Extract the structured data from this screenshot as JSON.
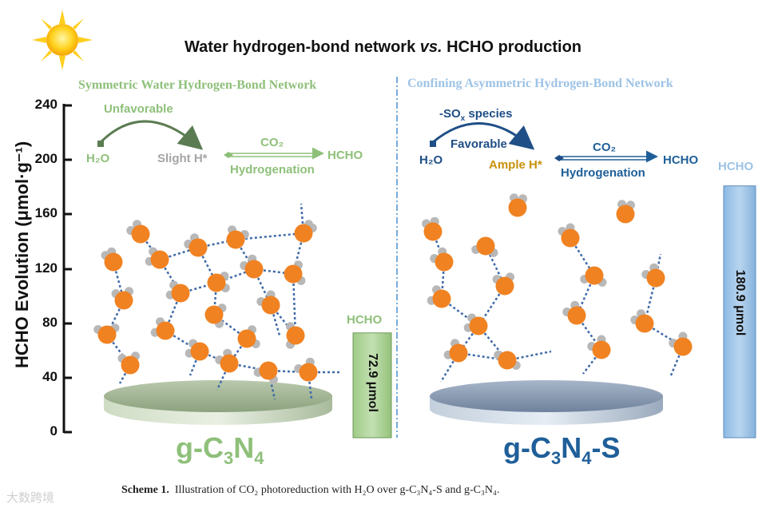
{
  "title": {
    "prefix": "Water hydrogen-bond network ",
    "vs": "vs.",
    "suffix": " HCHO production"
  },
  "axis": {
    "ylabel": "HCHO Evolution (μmol·g⁻¹)",
    "ticks": [
      "240",
      "200",
      "160",
      "120",
      "80",
      "40",
      "0"
    ]
  },
  "left_panel": {
    "heading": "Symmetric Water Hydrogen-Bond Network",
    "unfavorable": "Unfavorable",
    "h2o": "H₂O",
    "slight_h": "Slight H*",
    "co2": "CO₂",
    "hcho": "HCHO",
    "hydrogenation": "Hydrogenation",
    "bar_label": "HCHO",
    "bar_value_text": "72.9 μmol",
    "material": "g-C₃N₄"
  },
  "right_panel": {
    "heading": "Confining Asymmetric Hydrogen-Bond Network",
    "sox": "-SOₓ species",
    "favorable": "Favorable",
    "h2o": "H₂O",
    "ample_h": "Ample H*",
    "co2": "CO₂",
    "hcho": "HCHO",
    "hydrogenation": "Hydrogenation",
    "bar_label": "HCHO",
    "bar_value_text": "180.9 μmol",
    "material": "g-C₃N₄-S"
  },
  "chart_data": {
    "type": "bar",
    "categories": [
      "g-C₃N₄",
      "g-C₃N₄-S"
    ],
    "values": [
      72.9,
      180.9
    ],
    "ylabel": "HCHO Evolution (μmol·g⁻¹)",
    "ylim": [
      0,
      240
    ]
  },
  "caption": {
    "label": "Scheme 1.",
    "text": "Illustration of CO₂ photoreduction with H₂O over g-C₃N₄-S and g-C₃N₄."
  },
  "watermark": "大数跨境",
  "colors": {
    "left_accent": "#8fc07a",
    "right_accent": "#1f5f99",
    "ample_h": "#c8910c",
    "left_bar": "#a8d08d",
    "right_bar": "#9dc3e6",
    "oxygen": "#f08222",
    "hydrogen": "#b8b8b8",
    "left_disk": "#a6b89c",
    "right_disk": "#8fa1b9"
  }
}
